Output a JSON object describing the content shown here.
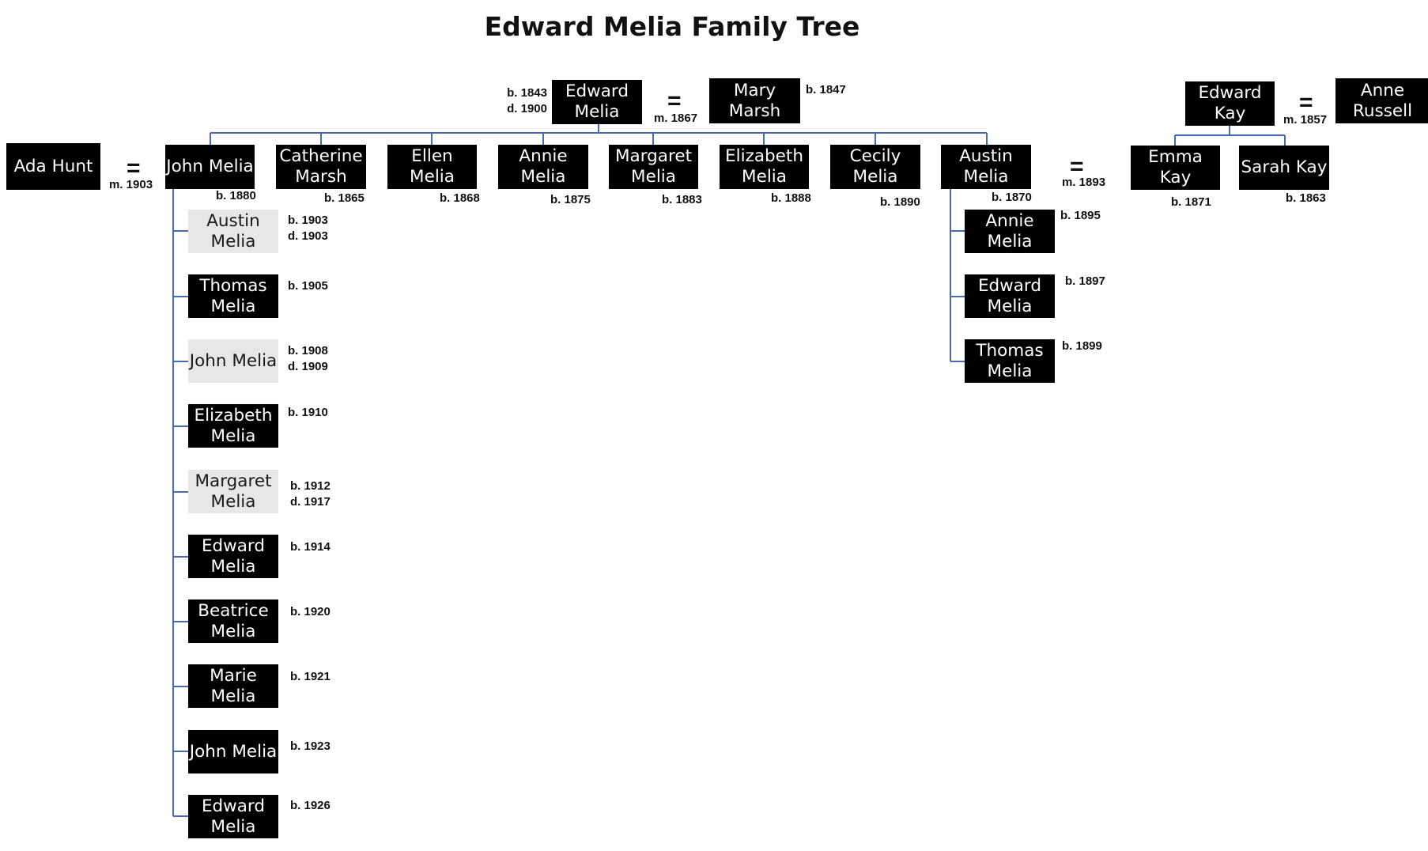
{
  "title": "Edward Melia Family Tree",
  "marriage_symbol": "=",
  "colors": {
    "box_alive": "#000000",
    "box_deceased": "#e8e6e6",
    "connector": "#4a6bab"
  },
  "people": {
    "edward_melia_sr": {
      "name": "Edward Melia",
      "dates": "b. 1843\nd. 1900",
      "status": "alive"
    },
    "mary_marsh": {
      "name": "Mary Marsh",
      "dates": "b. 1847",
      "status": "alive"
    },
    "edward_kay": {
      "name": "Edward Kay",
      "dates": "",
      "status": "alive"
    },
    "anne_russell": {
      "name": "Anne Russell",
      "dates": "",
      "status": "alive"
    },
    "ada_hunt": {
      "name": "Ada Hunt",
      "dates": "",
      "status": "alive"
    },
    "john_melia": {
      "name": "John Melia",
      "dates": "b. 1880",
      "status": "alive"
    },
    "catherine_marsh": {
      "name": "Catherine Marsh",
      "dates": "b. 1865",
      "status": "alive"
    },
    "ellen_melia": {
      "name": "Ellen Melia",
      "dates": "b. 1868",
      "status": "alive"
    },
    "annie_melia": {
      "name": "Annie Melia",
      "dates": "b. 1875",
      "status": "alive"
    },
    "margaret_melia": {
      "name": "Margaret Melia",
      "dates": "b. 1883",
      "status": "alive"
    },
    "elizabeth_melia": {
      "name": "Elizabeth Melia",
      "dates": "b. 1888",
      "status": "alive"
    },
    "cecily_melia": {
      "name": "Cecily Melia",
      "dates": "b. 1890",
      "status": "alive"
    },
    "austin_melia": {
      "name": "Austin Melia",
      "dates": "b. 1870",
      "status": "alive"
    },
    "emma_kay": {
      "name": "Emma Kay",
      "dates": "b. 1871",
      "status": "alive"
    },
    "sarah_kay": {
      "name": "Sarah Kay",
      "dates": "b. 1863",
      "status": "alive"
    },
    "jc_austin": {
      "name": "Austin Melia",
      "dates": "b. 1903\nd. 1903",
      "status": "deceased"
    },
    "jc_thomas": {
      "name": "Thomas Melia",
      "dates": "b. 1905",
      "status": "alive"
    },
    "jc_john1": {
      "name": "John Melia",
      "dates": "b. 1908\nd. 1909",
      "status": "deceased"
    },
    "jc_elizabeth": {
      "name": "Elizabeth Melia",
      "dates": "b. 1910",
      "status": "alive"
    },
    "jc_margaret": {
      "name": "Margaret Melia",
      "dates": "b. 1912\nd. 1917",
      "status": "deceased"
    },
    "jc_edward1": {
      "name": "Edward Melia",
      "dates": "b. 1914",
      "status": "alive"
    },
    "jc_beatrice": {
      "name": "Beatrice Melia",
      "dates": "b. 1920",
      "status": "alive"
    },
    "jc_marie": {
      "name": "Marie Melia",
      "dates": "b. 1921",
      "status": "alive"
    },
    "jc_john2": {
      "name": "John Melia",
      "dates": "b. 1923",
      "status": "alive"
    },
    "jc_edward2": {
      "name": "Edward Melia",
      "dates": "b. 1926",
      "status": "alive"
    },
    "ac_annie": {
      "name": "Annie Melia",
      "dates": "b. 1895",
      "status": "alive"
    },
    "ac_edward": {
      "name": "Edward Melia",
      "dates": "b. 1897",
      "status": "alive"
    },
    "ac_thomas": {
      "name": "Thomas Melia",
      "dates": "b. 1899",
      "status": "alive"
    }
  },
  "marriages": {
    "edward_mary": "m. 1867",
    "kay_russell": "m. 1857",
    "ada_john": "m. 1903",
    "austin_emma": "m. 1893"
  }
}
